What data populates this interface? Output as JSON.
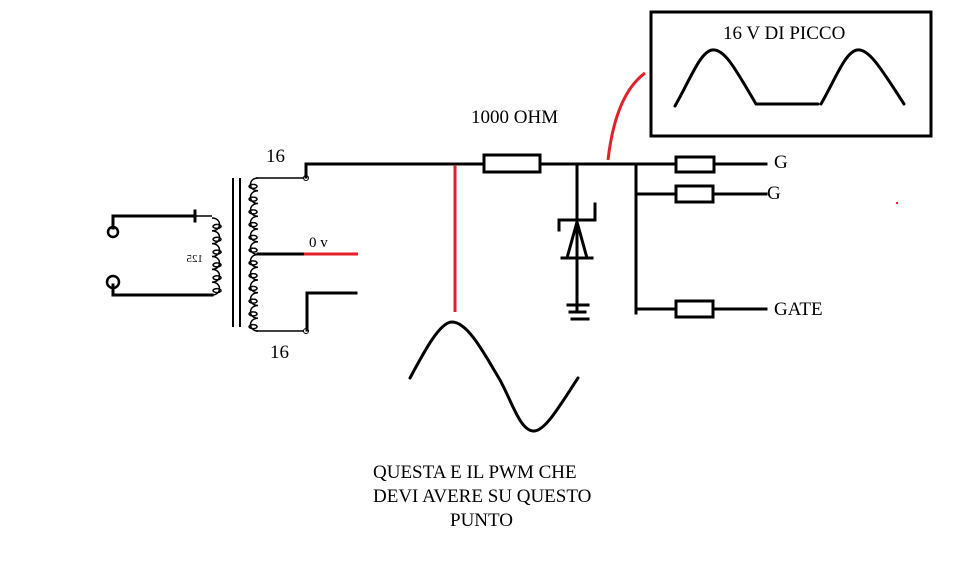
{
  "diagram": {
    "type": "schematic",
    "colors": {
      "wire": "#000000",
      "highlight": "#e3202a",
      "background": "#ffffff"
    },
    "transformer": {
      "primary_label": "125",
      "secondary_top_label": "16",
      "secondary_bottom_label": "16",
      "center_tap_label": "0 v"
    },
    "resistor_main": {
      "label": "1000 OHM"
    },
    "peak_box": {
      "title": "16 V DI PICCO"
    },
    "outputs": [
      {
        "label": "G"
      },
      {
        "label": "G"
      },
      {
        "label": "GATE"
      }
    ],
    "caption": {
      "line1": "QUESTA E IL PWM CHE",
      "line2": "DEVI AVERE SU QUESTO",
      "line3": "PUNTO"
    }
  }
}
